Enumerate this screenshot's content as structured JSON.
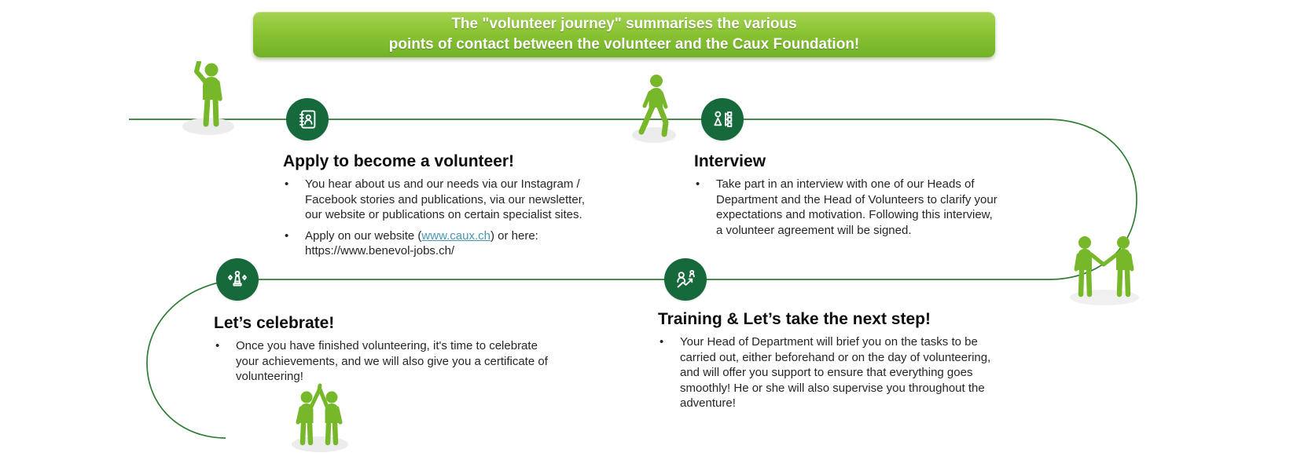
{
  "banner": {
    "line1": "The \"volunteer journey\" summarises the various",
    "line2": "points of contact between the volunteer and the Caux Foundation!"
  },
  "bullet_char": "•",
  "steps": {
    "apply": {
      "title": "Apply to become a volunteer!",
      "bullet1": "You hear about us and our needs via our Instagram / Facebook stories and publications, via our newsletter, our website or publications on certain specialist sites.",
      "bullet2": {
        "prefix": "Apply on our website (",
        "link_text": "www.caux.ch",
        "suffix": ") or here:",
        "line2": "https://www.benevol-jobs.ch/"
      }
    },
    "interview": {
      "title": "Interview",
      "bullet1": "Take part in an interview with one of our Heads of Department and the Head of Volunteers to clarify your expectations and motivation. Following this interview, a volunteer agreement will be signed."
    },
    "celebrate": {
      "title": "Let’s celebrate!",
      "bullet1": "Once you have finished volunteering, it's time to celebrate your achievements, and we will also give you a certificate of volunteering!"
    },
    "training": {
      "title": "Training & Let’s take the next step!",
      "bullet1": "Your Head of Department will brief you on the tasks to be carried out, either beforehand or on the day of volunteering, and will offer you support to ensure that everything goes smoothly! He or she will also supervise you throughout the adventure!"
    }
  },
  "icons": {
    "apply": "address-book-icon",
    "interview": "person-org-chart-icon",
    "celebrate": "award-trophy-icon",
    "training": "person-growth-arrow-icon"
  },
  "figures": {
    "top_left": "person-raising-hand",
    "top_middle": "person-walking",
    "right": "two-people-shaking-hands",
    "bottom": "two-people-high-five"
  },
  "colors": {
    "banner_green_top": "#a6d352",
    "banner_green_bottom": "#72b127",
    "circle_green": "#15693a",
    "line_green": "#2e7d33",
    "figure_green": "#76b82a",
    "shadow_gray": "#ececec",
    "link_teal": "#4a97b0",
    "text_dark": "#262626"
  }
}
